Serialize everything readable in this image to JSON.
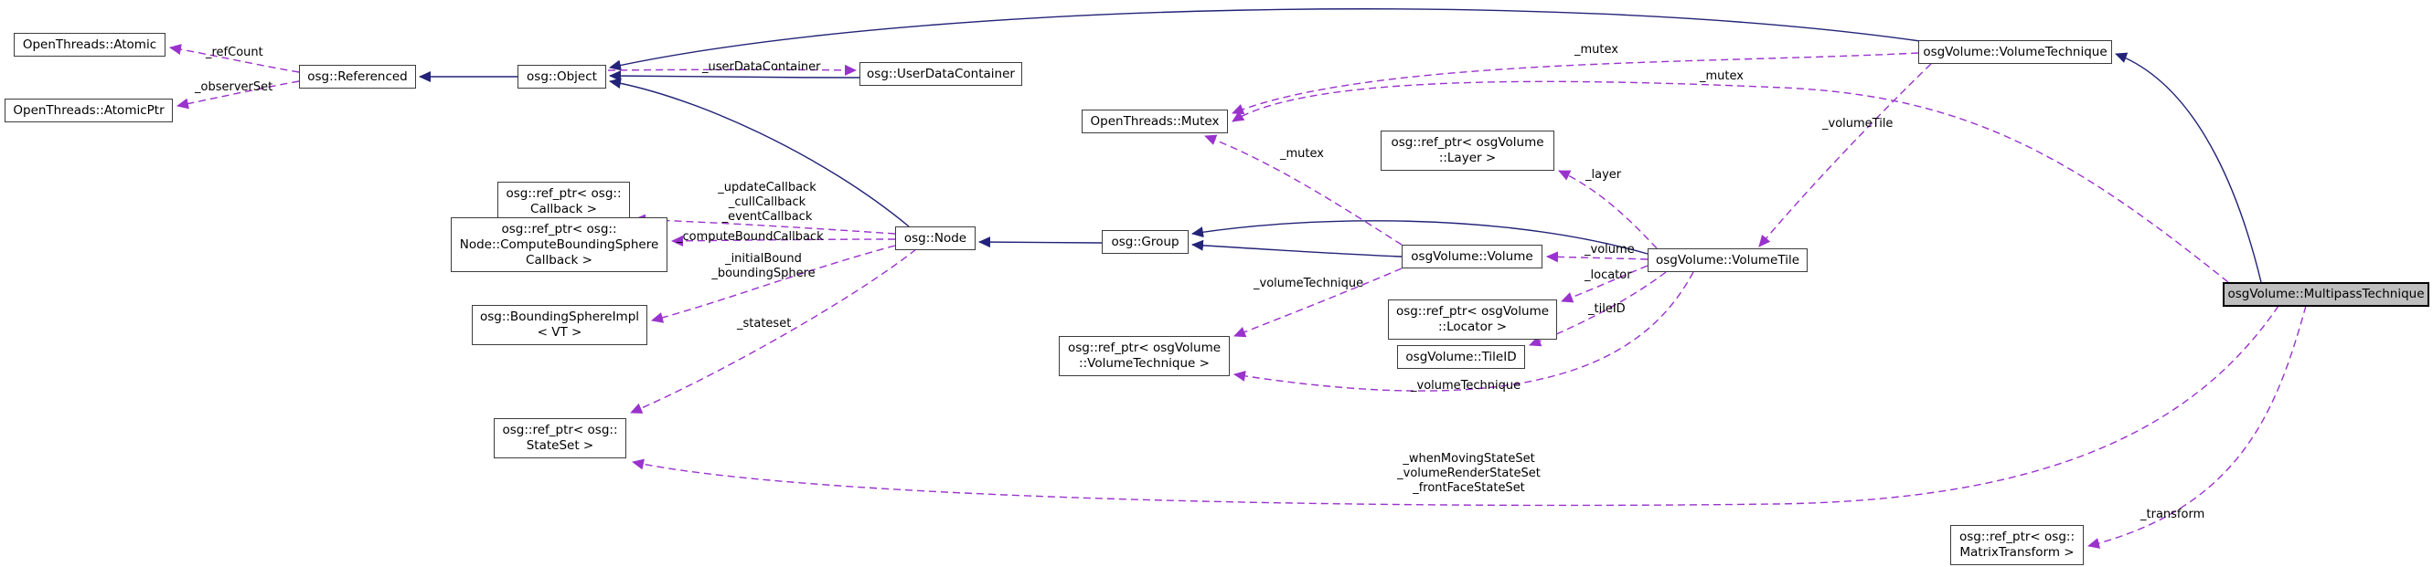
{
  "diagram": {
    "kind": "collaboration-graph",
    "subject": "osgVolume::MultipassTechnique"
  },
  "colors": {
    "inheritance_edge": "#232378",
    "association_edge": "#9a32cd",
    "highlight_node_fill": "#bfbfbf",
    "node_border": "#3c3c3c",
    "background": "#ffffff"
  },
  "nodes": {
    "atomic": {
      "label": "OpenThreads::Atomic"
    },
    "atomicptr": {
      "label": "OpenThreads::AtomicPtr"
    },
    "referenced": {
      "label": "osg::Referenced"
    },
    "object": {
      "label": "osg::Object"
    },
    "udc": {
      "label": "osg::UserDataContainer"
    },
    "mutex": {
      "label": "OpenThreads::Mutex"
    },
    "refcb": {
      "label": "osg::ref_ptr< osg::\nCallback >"
    },
    "refcbsc": {
      "label": "osg::ref_ptr< osg::\nNode::ComputeBoundingSphere\nCallback >"
    },
    "bsi": {
      "label": "osg::BoundingSphereImpl\n< VT >"
    },
    "node": {
      "label": "osg::Node"
    },
    "group": {
      "label": "osg::Group"
    },
    "volume": {
      "label": "osgVolume::Volume"
    },
    "reflayer": {
      "label": "osg::ref_ptr< osgVolume\n::Layer >"
    },
    "reflocator": {
      "label": "osg::ref_ptr< osgVolume\n::Locator >"
    },
    "tileid": {
      "label": "osgVolume::TileID"
    },
    "refvt": {
      "label": "osg::ref_ptr< osgVolume\n::VolumeTechnique >"
    },
    "volumetile": {
      "label": "osgVolume::VolumeTile"
    },
    "vtech": {
      "label": "osgVolume::VolumeTechnique"
    },
    "multipass": {
      "label": "osgVolume::MultipassTechnique"
    },
    "refss": {
      "label": "osg::ref_ptr< osg::\nStateSet >"
    },
    "refmt": {
      "label": "osg::ref_ptr< osg::\nMatrixTransform >"
    }
  },
  "edge_labels": {
    "ref_count": "_refCount",
    "observer_set": "_observerSet",
    "user_data_container": "_userDataContainer",
    "mutex_from_vtech": "_mutex",
    "mutex_from_multipass": "_mutex",
    "mutex_from_volume": "_mutex",
    "volume_tile": "_volumeTile",
    "layer": "_layer",
    "node_callbacks": "_updateCallback\n_cullCallback\n_eventCallback",
    "compute_bound_callback": "_computeBoundCallback",
    "bounds": "_initialBound\n_boundingSphere",
    "stateset": "_stateset",
    "volume_technique_from_volume": "_volumeTechnique",
    "volume_ref": "_volume",
    "locator": "_locator",
    "tile_id": "_tileID",
    "volume_technique_from_tile": "_volumeTechnique",
    "multipass_statesets": "_whenMovingStateSet\n_volumeRenderStateSet\n_frontFaceStateSet",
    "transform": "_transform"
  }
}
